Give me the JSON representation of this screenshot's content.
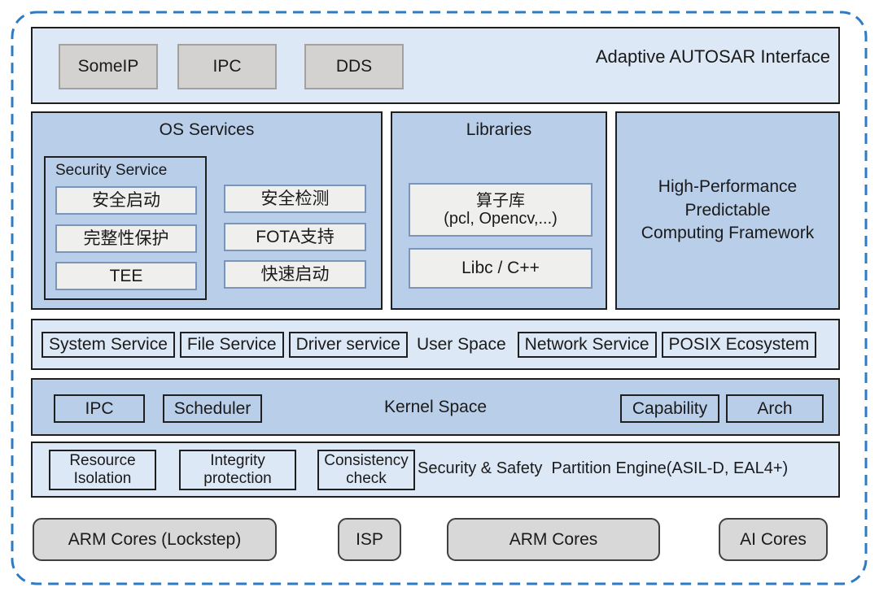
{
  "colors": {
    "dashed_border": "#2e7bc4",
    "light_blue_panel": "#dce8f5",
    "medium_blue_panel": "#b9cee9",
    "gray_chip": "#d3d2d0",
    "light_button_fill": "#efefee",
    "light_button_border": "#7b95ba",
    "hardware_gray": "#d8d8d8"
  },
  "top_bar": {
    "title": "Adaptive AUTOSAR Interface",
    "chips": [
      "SomeIP",
      "IPC",
      "DDS"
    ]
  },
  "os_services": {
    "title": "OS Services",
    "security_service": {
      "title": "Security Service",
      "items": [
        "安全启动",
        "完整性保护",
        "TEE"
      ]
    },
    "items": [
      "安全检测",
      "FOTA支持",
      "快速启动"
    ]
  },
  "libraries": {
    "title": "Libraries",
    "operator_lib": {
      "line1": "算子库",
      "line2": "(pcl, Opencv,...)"
    },
    "libc": "Libc / C++"
  },
  "hpc": {
    "line1": "High-Performance",
    "line2": "Predictable",
    "line3": "Computing Framework"
  },
  "user_space": {
    "label": "User Space",
    "left_items": [
      "System Service",
      "File Service",
      "Driver service"
    ],
    "right_items": [
      "Network Service",
      "POSIX Ecosystem"
    ]
  },
  "kernel_space": {
    "label": "Kernel Space",
    "left_items": [
      "IPC",
      "Scheduler"
    ],
    "right_items": [
      "Capability",
      "Arch"
    ]
  },
  "security_row": {
    "label": "Security & Safety  Partition Engine(ASIL-D, EAL4+)",
    "items": [
      {
        "line1": "Resource",
        "line2": "Isolation"
      },
      {
        "line1": "Integrity",
        "line2": "protection"
      },
      {
        "line1": "Consistency",
        "line2": "check"
      }
    ]
  },
  "hardware": {
    "items": [
      "ARM Cores (Lockstep)",
      "ISP",
      "ARM Cores",
      "AI Cores"
    ]
  }
}
